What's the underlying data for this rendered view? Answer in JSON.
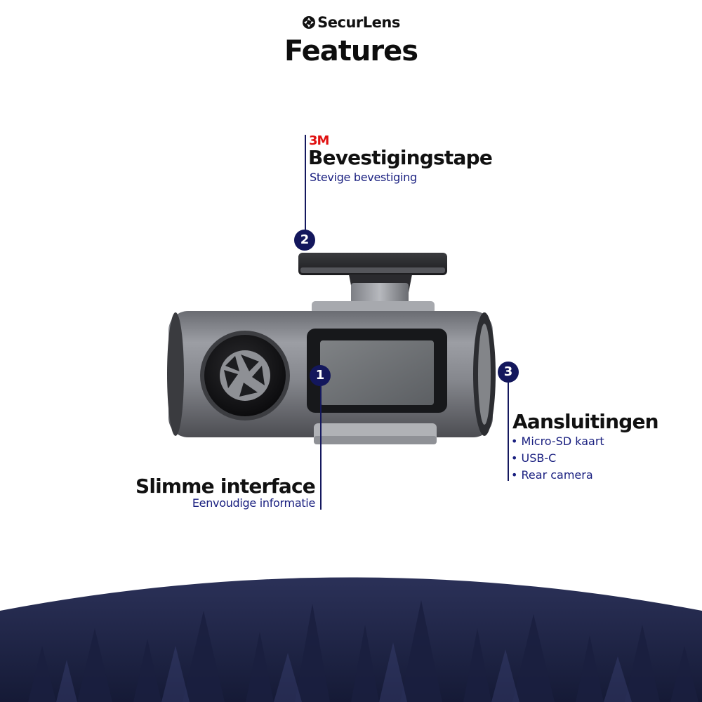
{
  "header": {
    "brand": "SecurLens",
    "title": "Features"
  },
  "features": [
    {
      "number": "1",
      "heading": "Slimme interface",
      "subtitle": "Eenvoudige informatie"
    },
    {
      "number": "2",
      "tag": "3M",
      "heading": "Bevestigingstape",
      "subtitle": "Stevige bevestiging"
    },
    {
      "number": "3",
      "heading": "Aansluitingen",
      "items": [
        "Micro-SD kaart",
        "USB-C",
        "Rear camera"
      ]
    }
  ],
  "colors": {
    "accent": "#13175c",
    "text_blue": "#1a2080",
    "tag_red": "#e01010",
    "forest": "#1f2548"
  },
  "icons": {
    "brand": "aperture-icon",
    "lens": "aperture-icon"
  }
}
